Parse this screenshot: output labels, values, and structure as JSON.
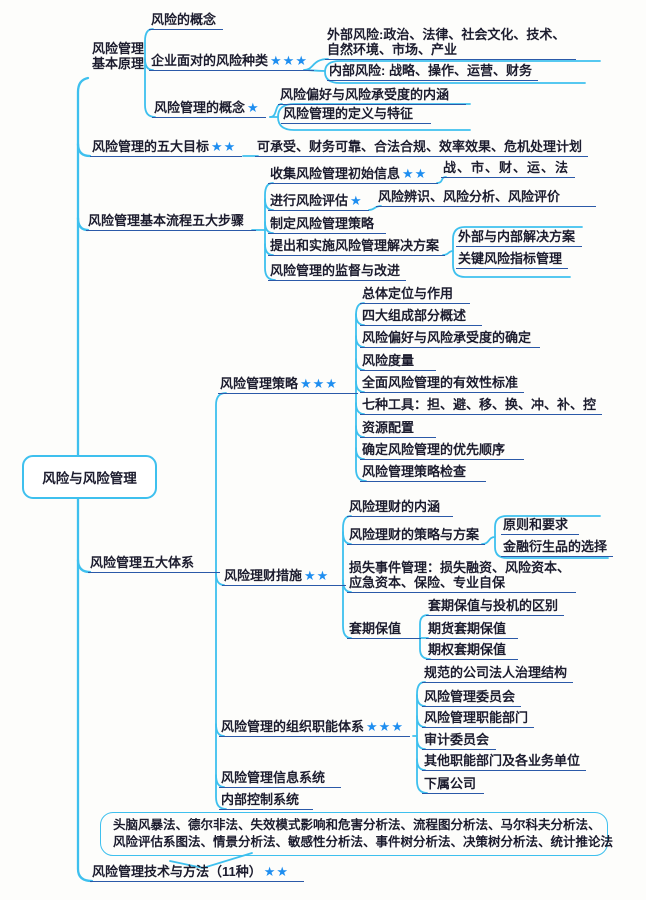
{
  "palette": {
    "cyan": "#3ec0ee",
    "underline": "#2b59a8",
    "text": "#1c1c2e",
    "star": "#1e8ef0",
    "bg": "#fdfdfb"
  },
  "root": {
    "label": "风险与风险管理"
  },
  "principle": {
    "label": "风险管理\n基本原理",
    "risk_concept": "风险的概念",
    "risk_types": {
      "label": "企业面对的风险种类",
      "stars": "★★★",
      "external": "外部风险:政治、法律、社会文化、技术、\n自然环境、市场、产业",
      "internal": "内部风险: 战略、操作、运营、财务"
    },
    "mgmt_concept": {
      "label": "风险管理的概念",
      "stars": "★",
      "appetite": "风险偏好与风险承受度的内涵",
      "definition": "风险管理的定义与特征"
    }
  },
  "goals": {
    "label": "风险管理的五大目标",
    "stars": "★★",
    "detail": "可承受、财务可靠、合法合规、效率效果、危机处理计划"
  },
  "process": {
    "label": "风险管理基本流程五大步骤",
    "step1": {
      "label": "收集风险管理初始信息",
      "stars": "★★",
      "detail": "战、市、财、运、法"
    },
    "step2": {
      "label": "进行风险评估",
      "stars": "★",
      "detail": "风险辨识、风险分析、风险评价"
    },
    "step3": {
      "label": "制定风险管理策略"
    },
    "step4": {
      "label": "提出和实施风险管理解决方案",
      "solutions": [
        "外部与内部解决方案",
        "关键风险指标管理"
      ]
    },
    "step5": {
      "label": "风险管理的监督与改进"
    }
  },
  "systems": {
    "label": "风险管理五大体系",
    "strategy": {
      "label": "风险管理策略",
      "stars": "★★★",
      "items": [
        "总体定位与作用",
        "四大组成部分概述",
        "风险偏好与风险承受度的确定",
        "风险度量",
        "全面风险管理的有效性标准",
        "七种工具：担、避、移、换、冲、补、控",
        "资源配置",
        "确定风险管理的优先顺序",
        "风险管理策略检查"
      ]
    },
    "finance": {
      "label": "风险理财措施",
      "stars": "★★",
      "connotation": "风险理财的内涵",
      "plan": {
        "label": "风险理财的策略与方案",
        "principles": "原则和要求",
        "derivatives": "金融衍生品的选择"
      },
      "loss": "损失事件管理：损失融资、风险资本、\n应急资本、保险、专业自保",
      "hedge": {
        "label": "套期保值",
        "items": [
          "套期保值与投机的区别",
          "期货套期保值",
          "期权套期保值"
        ]
      }
    },
    "organization": {
      "label": "风险管理的组织职能体系",
      "stars": "★★★",
      "items": [
        "规范的公司法人治理结构",
        "风险管理委员会",
        "风险管理职能部门",
        "审计委员会",
        "其他职能部门及各业务单位",
        "下属公司"
      ]
    },
    "info_system": "风险管理信息系统",
    "internal_control": "内部控制系统"
  },
  "methods": {
    "label": "风险管理技术与方法（11种）",
    "stars": "★★",
    "line1": "头脑风暴法、德尔非法、失效模式影响和危害分析法、流程图分析法、马尔科夫分析法、",
    "line2": "风险评估系图法、情景分析法、敏感性分析法、事件树分析法、决策树分析法、统计推论法"
  }
}
